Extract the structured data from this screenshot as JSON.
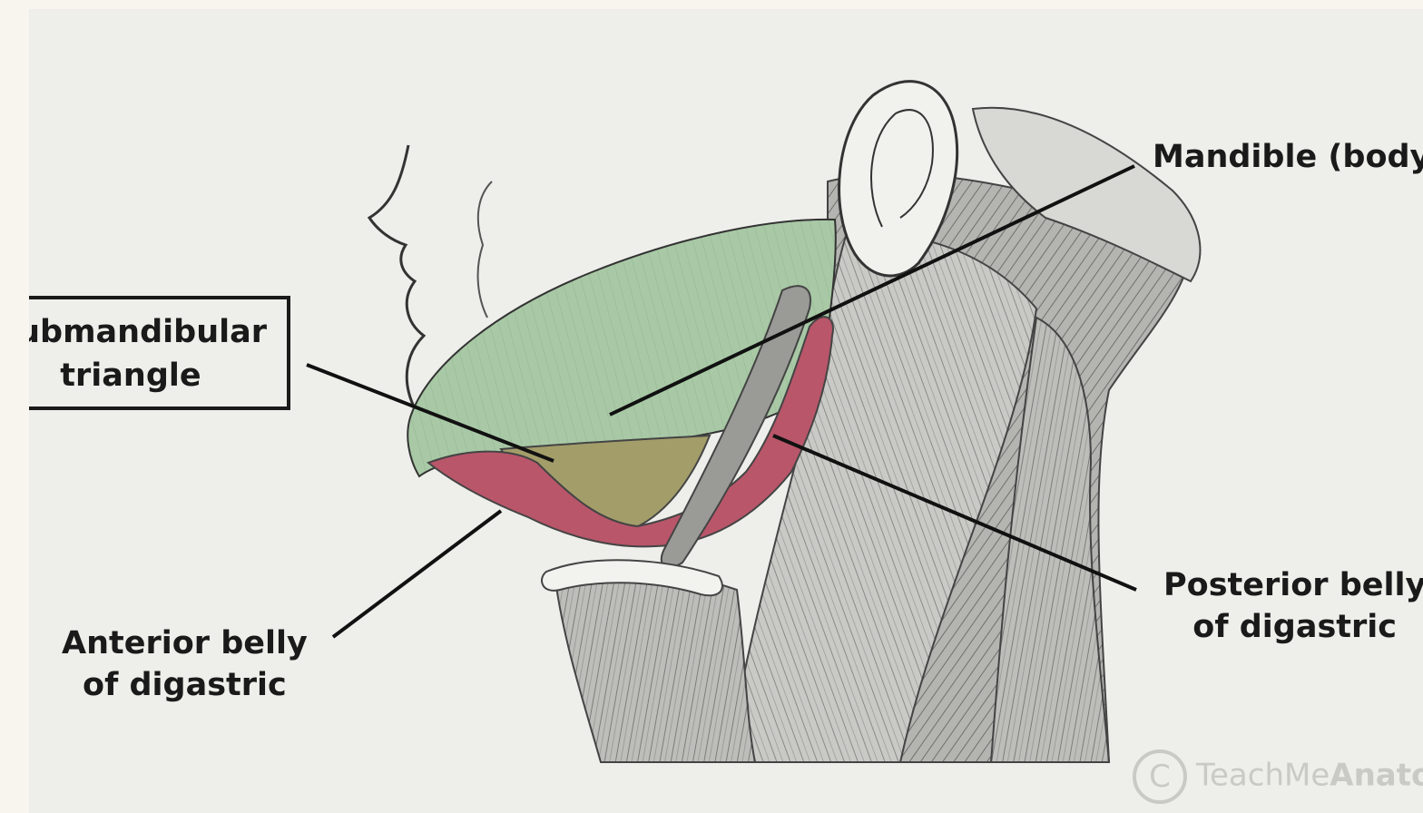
{
  "labels": {
    "mandible": "Mandible (body)",
    "submandibular_line1": "Submandibular",
    "submandibular_line2": "triangle",
    "anterior_line1": "Anterior belly",
    "anterior_line2": "of digastric",
    "posterior_line1": "Posterior belly",
    "posterior_line2": "of digastric"
  },
  "watermark": {
    "symbol": "C",
    "brand_light": "TeachMe",
    "brand_bold": "Anatomy"
  },
  "colors": {
    "mandible_region": "#a9c9a6",
    "digastric_muscle": "#b9566a",
    "submandibular_triangle": "#a39d6a"
  }
}
